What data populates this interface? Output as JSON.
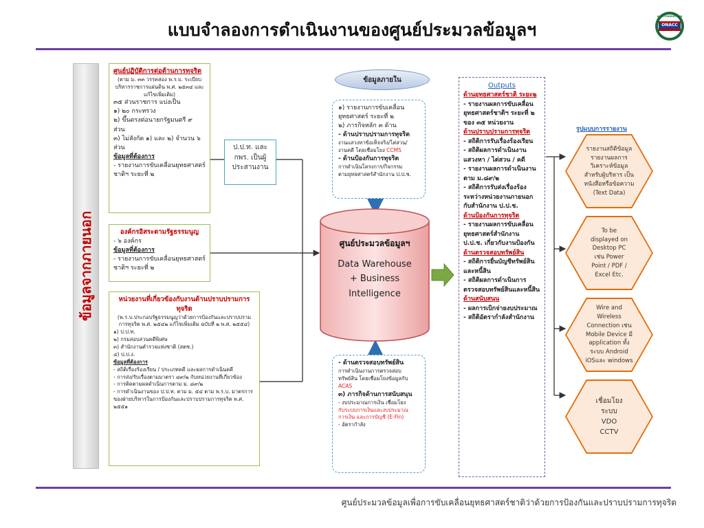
{
  "title": "แบบจำลองการดำเนินงานของศูนย์ประมวลข้อมูลฯ",
  "logo": {
    "top_text": "ANTI-CORRUPTION",
    "main_text": "ONACC",
    "colors": [
      "#c00000",
      "#1f3f8f",
      "#ffffff"
    ]
  },
  "footer": "ศูนย์ประมวลข้อมูลเพื่อการขับเคลื่อนยุทธศาสตร์ชาติว่าด้วยการป้องกันและปราบปรามการทุจริต",
  "vertical_label": "ข้อมูลจากภายนอก",
  "source1": {
    "heading": "ศูนย์ปฏิบัติการต่อต้านการทุจริต",
    "sub": "(ตาม ม. ๓๓ วรรคสอง พ.ร.บ. ระเบียบบริหารราชการแผ่นดิน พ.ศ. ๒๕๓๔ และแก้ไขเพิ่มเติม)",
    "lines": [
      "๓๕ ส่วนราชการ แบ่งเป็น",
      "๑) ๒๐ กระทรวง",
      "๒) ขึ้นตรงต่อนายกรัฐมนตรี ๙ ส่วน",
      "๓) ไม่สังกัด ๑) และ ๒) จำนวน ๖ ส่วน"
    ],
    "need_label": "ข้อมูลที่ต้องการ",
    "need": "- รายงานการขับเคลื่อนยุทธศาสตร์ชาติฯ ระยะที่ ๒"
  },
  "source2": {
    "heading": "องค์กรอิสระตามรัฐธรรมนูญ",
    "lines": [
      "- ๖ องค์กร"
    ],
    "need_label": "ข้อมูลที่ต้องการ",
    "need": "- รายงานการขับเคลื่อนยุทธศาสตร์ชาติฯ ระยะที่ ๒"
  },
  "source3": {
    "heading": "หน่วยงานที่เกี่ยวข้องกับงานด้านปราบปรามการทุจริต",
    "sub": "(พ.ร.บ.ประกอบรัฐธรรมนูญว่าด้วยการป้องกันและปราบปรามการทุจริต พ.ศ. ๒๕๔๒ แก้ไขเพิ่มเติม ฉบับที่ ๒ พ.ศ. ๒๕๕๔)",
    "lines": [
      "๑) ป.ป.ท.",
      "๒) กรมสอบสวนคดีพิเศษ",
      "๓) สำนักงานตำรวจแห่งชาติ (สตช.)",
      "๔) ป.ป.ง."
    ],
    "need_label": "ข้อมูลที่ต้องการ",
    "needs": [
      "- สถิติเรื่องร้องเรียน / ประเภทคดี และผลการดำเนินคดี",
      "- การส่ง/รับเรื่องตามมาตรา ๘๙/๒ กับหน่วยงานที่เกี่ยวข้อง",
      "- การติดตามผลดำเนินการตาม ม. ๘๙/๒",
      "- การดำเนินงานของ ป.ป.ท. ตาม ม. ๕๔ ตาม พ.ร.บ. มาตรการของฝ่ายบริหารในการป้องกันและปราบปรามการทุจริต พ.ศ. ๒๕๕๑"
    ]
  },
  "coordinator": [
    "ป.ป.ท. และ",
    "กพร. เป็นผู้",
    "ประสานงาน"
  ],
  "internal": {
    "header": "ข้อมูลภายใน",
    "top": [
      {
        "t": "๑) รายงานการขับเคลื่อนยุทธศาสตร์ ระยะที่ ๒",
        "c": "n"
      },
      {
        "t": "๒) ภารกิจหลัก ๓ ด้าน",
        "c": "n"
      },
      {
        "t": "- ด้านปราบปรามการทุจริต",
        "c": "b"
      },
      {
        "t": "งานแสวงหาข้อเท็จจริง/ไต่สวน/",
        "c": "s"
      },
      {
        "t": "งานคดี โดยเชื่อมโยง",
        "c": "s",
        "red": "CCMS"
      },
      {
        "t": "- ด้านป้องกันการทุจริต",
        "c": "b"
      },
      {
        "t": "การดำเนินโครงการ/กิจกรรม",
        "c": "s"
      },
      {
        "t": "ตามยุทธศาสตร์สำนักงาน ป.ป.ช.",
        "c": "s"
      }
    ],
    "bottom": [
      {
        "t": "- ด้านตรวจสอบทรัพย์สิน",
        "c": "b"
      },
      {
        "t": "การดำเนินงานการตรวจสอบ",
        "c": "s"
      },
      {
        "t": "ทรัพย์สิน โดยเชื่อมโยงข้อมูลกับ",
        "c": "s"
      },
      {
        "t": "ACAS",
        "c": "sr"
      },
      {
        "t": "๓) ภารกิจด้านการสนับสนุน",
        "c": "b"
      },
      {
        "t": "- งบประมาณการเงิน เชื่อมโยง",
        "c": "s"
      },
      {
        "t": "กับระบบการเงินและงบประมาณ",
        "c": "sr"
      },
      {
        "t": "การเงิน และการบัญชี (E-Fin)",
        "c": "sr"
      },
      {
        "t": "- อัตรากำลัง",
        "c": "s"
      }
    ]
  },
  "datawarehouse": {
    "title": "ศูนย์ประมวลข้อมูลฯ",
    "lines": [
      "Data Warehouse",
      "+ Business",
      "Intelligence"
    ]
  },
  "outputs": {
    "header": "Outputs",
    "sections": [
      {
        "title": "ด้านยุทธศาสตร์ชาติ ระยะ๒",
        "items": [
          "- รายงานผลการขับเคลื่อนยุทธศาสตร์ชาติฯ ระยะที่ ๒ ของ ๓๕ หน่วยงาน"
        ]
      },
      {
        "title": "ด้านปราบปรามการทุจริต",
        "items": [
          "- สถิติการรับเรื่องร้องเรียน",
          "- สถิติผลการดำเนินงานแสวงหา / ไต่สวน / คดี",
          "- รายงานผลการดำเนินงานตาม ม.๘๙/๒",
          "- สถิติการรับส่งเรื่องร้องระหว่างหน่วยงานภายนอกกับสำนักงาน ป.ป.ช."
        ]
      },
      {
        "title": "ด้านป้องกันการทุจริต",
        "items": [
          "- รายงานผลการขับเคลื่อนยุทธศาสตร์สำนักงาน ป.ป.ช. เกี่ยวกับงานป้องกัน"
        ]
      },
      {
        "title": "ด้านตรวจสอบทรัพย์สิน",
        "items": [
          "- สถิติการยื่นบัญชีทรัพย์สินและหนี้สิน",
          "- สถิติผลการดำเนินการตรวจสอบทรัพย์สินและหนี้สิน"
        ]
      },
      {
        "title": "ด้านสนับสนุน",
        "items": [
          "- ผลการเบิกจ่ายงบประมาณ",
          "- สถิติอัตรากำลังสำนักงาน"
        ]
      }
    ]
  },
  "report_label": "รูปแบบการรายงาน",
  "hexes": [
    {
      "lines": [
        "รายงานสถิติข้อมูล",
        "รายงานผลการ",
        "วิเคราะห์ข้อมูล",
        "สำหรับผู้บริหาร เป็น",
        "หนังสือหรือข้อความ",
        "(Text Data)"
      ],
      "big": false
    },
    {
      "lines": [
        "To be",
        "displayed on",
        "Desktop PC",
        "เช่น Power",
        "Point / PDF /",
        "Excel Etc."
      ],
      "big": false
    },
    {
      "lines": [
        "Wire and",
        "Wireless",
        "Connection เช่น",
        "Mobile Device มี",
        "application ทั้ง",
        "ระบบ Android",
        "iOSและ windows"
      ],
      "big": false
    },
    {
      "lines": [
        "เชื่อมโยง",
        "ระบบ",
        "VDO",
        "CCTV"
      ],
      "big": true
    }
  ],
  "colors": {
    "accent": "#6b3fa0",
    "red": "#c00000",
    "green": "#9bbb59",
    "orange": "#e46c0a",
    "blue": "#4aa3c4"
  }
}
